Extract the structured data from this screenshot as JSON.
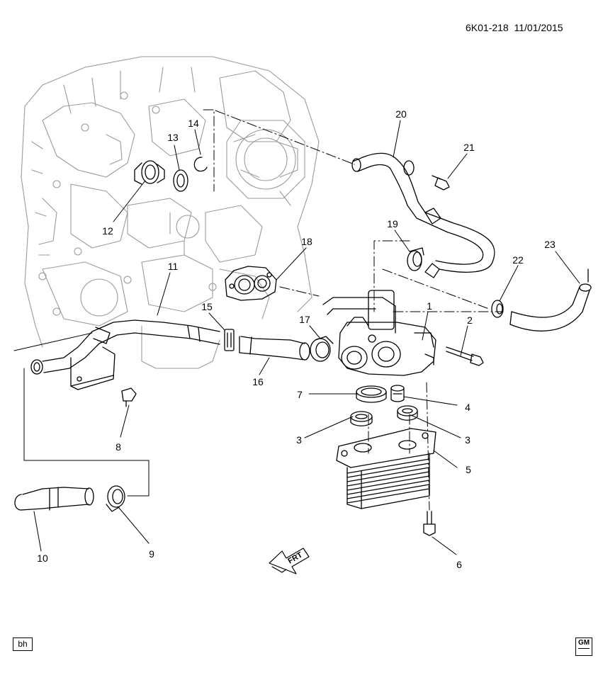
{
  "header": {
    "diagram_ref": "6K01-218",
    "date": "11/01/2015"
  },
  "direction_indicator": {
    "label": "FRT"
  },
  "footer": {
    "tag": "bh",
    "logo_text": "GM"
  },
  "callouts": {
    "c1": "1",
    "c2": "2",
    "c3a": "3",
    "c3b": "3",
    "c4": "4",
    "c5": "5",
    "c6": "6",
    "c7": "7",
    "c8": "8",
    "c9": "9",
    "c10": "10",
    "c11": "11",
    "c12": "12",
    "c13": "13",
    "c14": "14",
    "c15": "15",
    "c16": "16",
    "c17": "17",
    "c18": "18",
    "c19": "19",
    "c20": "20",
    "c21": "21",
    "c22": "22",
    "c23": "23"
  }
}
